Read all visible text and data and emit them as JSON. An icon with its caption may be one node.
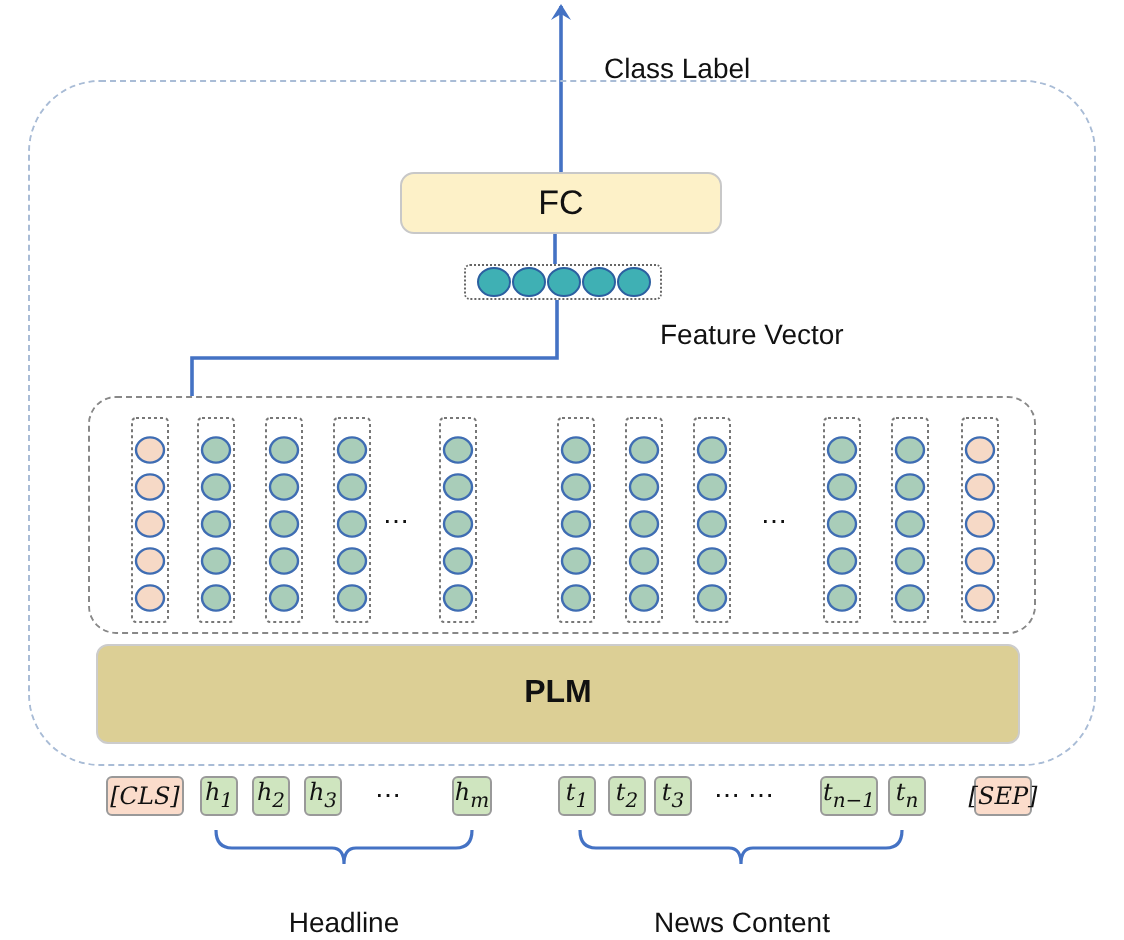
{
  "diagram": {
    "nodes": [
      {
        "text": [],
        "shape": "box"
      },
      {
        "text": [
          "FC"
        ],
        "in": 0
      },
      {
        "text": [],
        "shape": "box",
        "in": 0,
        "beside": [
          "Feature Vector"
        ]
      },
      {
        "text": [],
        "shape": "box",
        "in": 0
      },
      {
        "text": [
          "PLM"
        ],
        "in": 0
      },
      {
        "text": [
          "[CLS]"
        ]
      },
      {
        "text": [
          "h$_{1}$"
        ]
      },
      {
        "text": [
          "h$_{2}$"
        ]
      },
      {
        "text": [
          "h$_{3}$"
        ]
      },
      {
        "text": [
          "h$_{m}$"
        ]
      },
      {
        "text": [
          "t$_{1}$"
        ]
      },
      {
        "text": [
          "t$_{2}$"
        ]
      },
      {
        "text": [
          "t$_{3}$"
        ]
      },
      {
        "text": [
          "t$_{n−1}$"
        ]
      },
      {
        "text": [
          "t$_{n}$"
        ]
      },
      {
        "text": [
          "[SEP]"
        ]
      }
    ],
    "edges": [
      {
        "from": 3,
        "to": 2,
        "arrow": "none"
      },
      {
        "from": 2,
        "to": 1,
        "arrow": "none"
      },
      {
        "from": 1,
        "to": null,
        "arrow": "to"
      }
    ],
    "labels": [
      "Class Label",
      "⋯",
      "⋯",
      "⋯",
      "⋯ ⋯",
      "Headline",
      "News Content"
    ]
  }
}
